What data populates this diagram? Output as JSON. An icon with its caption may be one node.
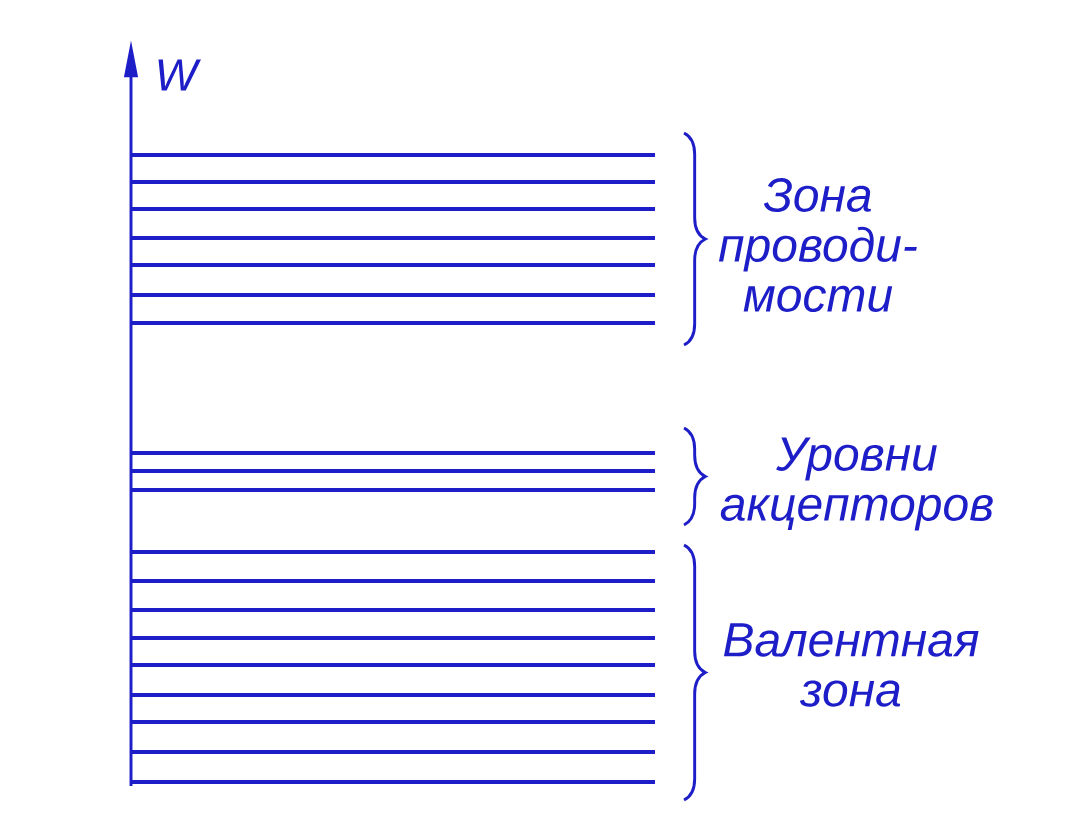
{
  "diagram": {
    "labels": [
      "W",
      "Зона проводи-мости",
      "Уровни акцепторов",
      "Валентная зона"
    ]
  }
}
